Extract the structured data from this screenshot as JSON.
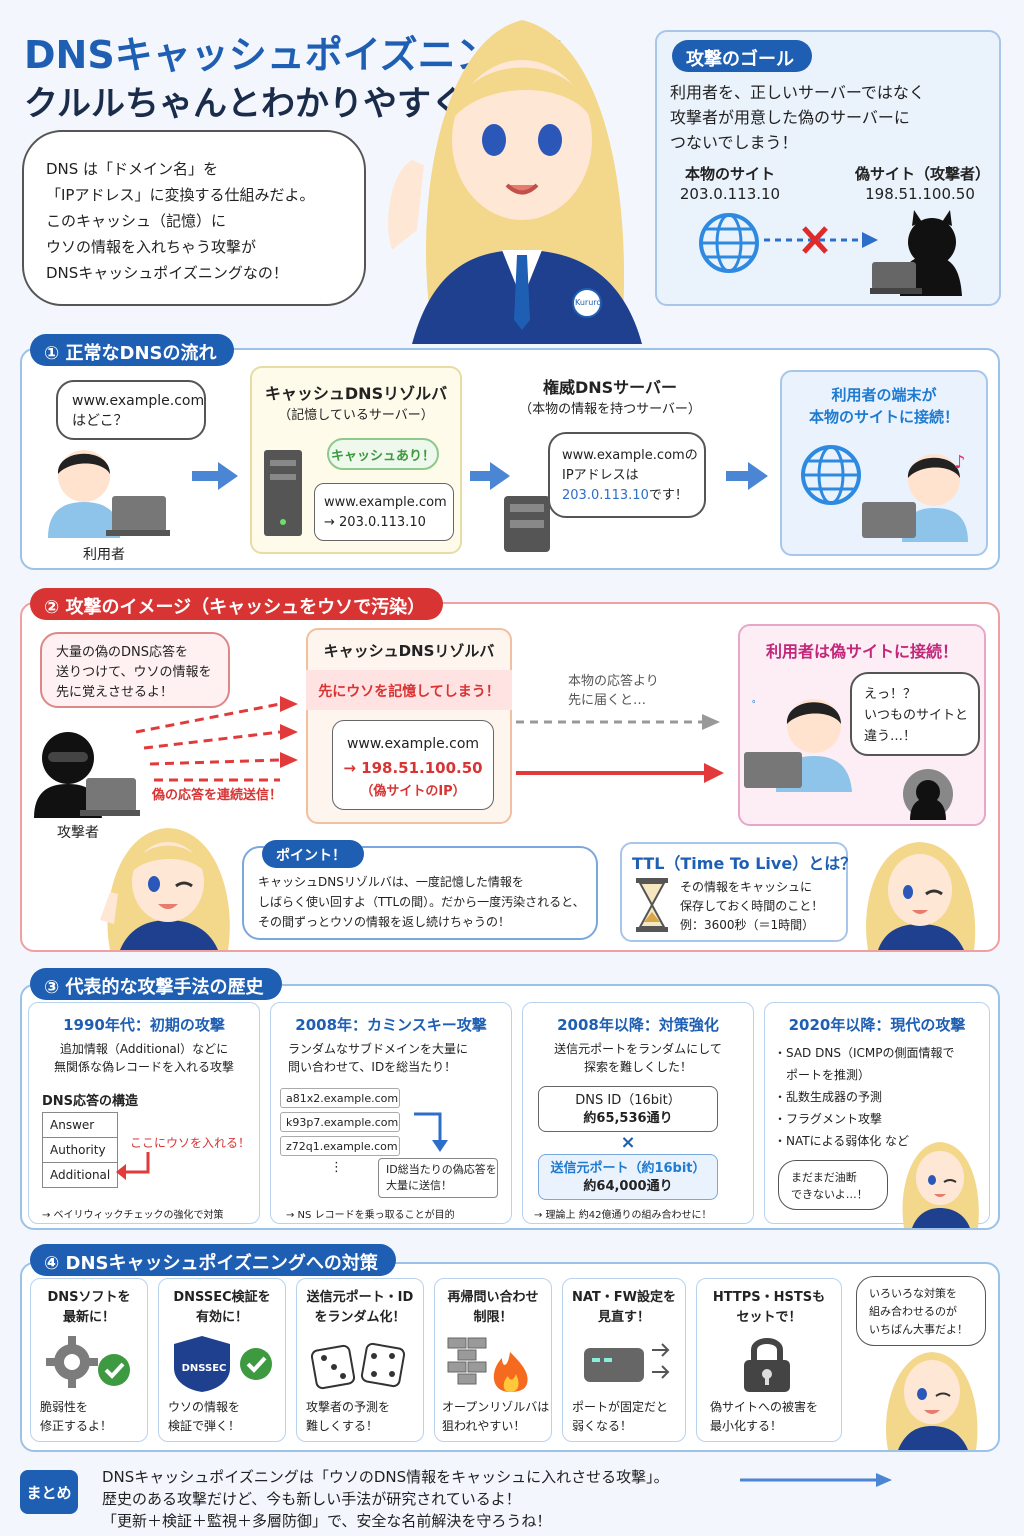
{
  "title": {
    "line1": "DNSキャッシュポイズニングを",
    "line2": "クルルちゃんとわかりやすく解説！"
  },
  "intro_bubble": [
    "DNS は「ドメイン名」を",
    "「IPアドレス」に変換する仕組みだよ。",
    "このキャッシュ（記憶）に",
    "ウソの情報を入れちゃう攻撃が",
    "DNSキャッシュポイズニングなの！"
  ],
  "badge": "Kururo",
  "goal": {
    "tag": "攻撃のゴール",
    "text": [
      "利用者を、正しいサーバーではなく",
      "攻撃者が用意した偽のサーバーに",
      "つないでしまう！"
    ],
    "real_label": "本物のサイト",
    "real_ip": "203.0.113.10",
    "fake_label": "偽サイト（攻撃者）",
    "fake_ip": "198.51.100.50"
  },
  "s1": {
    "tag": "① 正常なDNSの流れ",
    "q": [
      "www.example.com",
      "はどこ？"
    ],
    "user": "利用者",
    "resolver_title": "キャッシュDNSリゾルバ",
    "resolver_sub": "（記憶しているサーバー）",
    "cache_hit": "キャッシュあり！",
    "cache_entry": [
      "www.example.com",
      "→ 203.0.113.10"
    ],
    "auth_title": "権威DNSサーバー",
    "auth_sub": "（本物の情報を持つサーバー）",
    "auth_bubble": [
      "www.example.comの",
      "IPアドレスは"
    ],
    "auth_ip": "203.0.113.10",
    "auth_tail": "です！",
    "result": [
      "利用者の端末が",
      "本物のサイトに接続！"
    ]
  },
  "s2": {
    "tag": "② 攻撃のイメージ（キャッシュをウソで汚染）",
    "bubble": [
      "大量の偽のDNS応答を",
      "送りつけて、ウソの情報を",
      "先に覚えさせるよ！"
    ],
    "attacker": "攻撃者",
    "flood": "偽の応答を連続送信！",
    "resolver_title": "キャッシュDNSリゾルバ",
    "warning": "先にウソを記憶してしまう！",
    "entry": [
      "www.example.com",
      "→ 198.51.100.50",
      "（偽サイトのIP）"
    ],
    "late": [
      "本物の応答より",
      "先に届くと…"
    ],
    "result_title": "利用者は偽サイトに接続！",
    "user_bubble": [
      "えっ！？",
      "いつものサイトと",
      "違う…！"
    ],
    "point_tag": "ポイント！",
    "point": [
      "キャッシュDNSリゾルバは、一度記憶した情報を",
      "しばらく使い回すよ（TTLの間）。だから一度汚染されると、",
      "その間ずっとウソの情報を返し続けちゃうの！"
    ],
    "ttl_title": "TTL（Time To Live）とは？",
    "ttl": [
      "その情報をキャッシュに",
      "保存しておく時間のこと！",
      "例：3600秒（＝1時間）"
    ]
  },
  "s3": {
    "tag": "③ 代表的な攻撃手法の歴史",
    "c1": {
      "title": "1990年代：初期の攻撃",
      "desc": [
        "追加情報（Additional）などに",
        "無関係な偽レコードを入れる攻撃"
      ],
      "struct": "DNS応答の構造",
      "rows": [
        "Answer",
        "Authority",
        "Additional"
      ],
      "note": "ここにウソを入れる！",
      "foot": "→ ベイリウィックチェックの強化で対策"
    },
    "c2": {
      "title": "2008年：カミンスキー攻撃",
      "desc": [
        "ランダムなサブドメインを大量に",
        "問い合わせて、IDを総当たり！"
      ],
      "domains": [
        "a81x2.example.com",
        "k93p7.example.com",
        "z72q1.example.com"
      ],
      "dots": "⋮",
      "note": [
        "ID総当たりの偽応答を",
        "大量に送信！"
      ],
      "foot": "→ NS レコードを乗っ取ることが目的"
    },
    "c3": {
      "title": "2008年以降：対策強化",
      "desc": [
        "送信元ポートをランダムにして",
        "探索を難しくした！"
      ],
      "id": [
        "DNS ID（16bit）",
        "約65,536通り"
      ],
      "times": "×",
      "port": [
        "送信元ポート（約16bit）",
        "約64,000通り"
      ],
      "foot": "→ 理論上 約42億通りの組み合わせに！"
    },
    "c4": {
      "title": "2020年以降：現代の攻撃",
      "items": [
        "・SAD DNS（ICMPの側面情報で",
        "　ポートを推測）",
        "・乱数生成器の予測",
        "・フラグメント攻撃",
        "・NATによる弱体化 など"
      ],
      "bubble": [
        "まだまだ油断",
        "できないよ…！"
      ]
    }
  },
  "s4": {
    "tag": "④ DNSキャッシュポイズニングへの対策",
    "cards": [
      {
        "title": [
          "DNSソフトを",
          "最新に！"
        ],
        "desc": [
          "脆弱性を",
          "修正するよ！"
        ]
      },
      {
        "title": [
          "DNSSEC検証を",
          "有効に！"
        ],
        "desc": [
          "ウソの情報を",
          "検証で弾く！"
        ],
        "logo": "DNSSEC"
      },
      {
        "title": [
          "送信元ポート・ID",
          "をランダム化！"
        ],
        "desc": [
          "攻撃者の予測を",
          "難しくする！"
        ]
      },
      {
        "title": [
          "再帰問い合わせ",
          "制限！"
        ],
        "desc": [
          "オープンリゾルバは",
          "狙われやすい！"
        ]
      },
      {
        "title": [
          "NAT・FW設定を",
          "見直す！"
        ],
        "desc": [
          "ポートが固定だと",
          "弱くなる！"
        ]
      },
      {
        "title": [
          "HTTPS・HSTSも",
          "セットで！"
        ],
        "desc": [
          "偽サイトへの被害を",
          "最小化する！"
        ]
      }
    ],
    "bubble": [
      "いろいろな対策を",
      "組み合わせるのが",
      "いちばん大事だよ！"
    ]
  },
  "summary": {
    "tag": "まとめ",
    "lines": [
      "DNSキャッシュポイズニングは「ウソのDNS情報をキャッシュに入れさせる攻撃」。",
      "歴史のある攻撃だけど、今も新しい手法が研究されているよ！",
      "「更新＋検証＋監視＋多層防御」で、安全な名前解決を守ろうね！"
    ]
  },
  "colors": {
    "blue": "#1f5fb3",
    "red": "#d93434",
    "green": "#3d9a40",
    "pink": "#c2277a"
  }
}
